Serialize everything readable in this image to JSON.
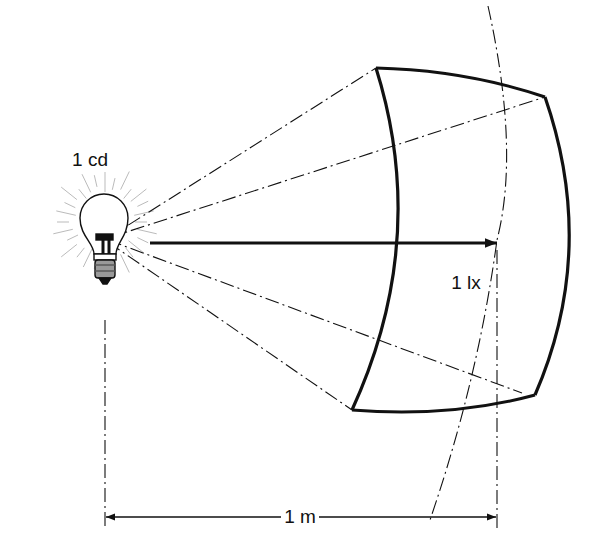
{
  "diagram": {
    "labels": [
      "1 cd",
      "1 lx",
      "1 m"
    ]
  }
}
